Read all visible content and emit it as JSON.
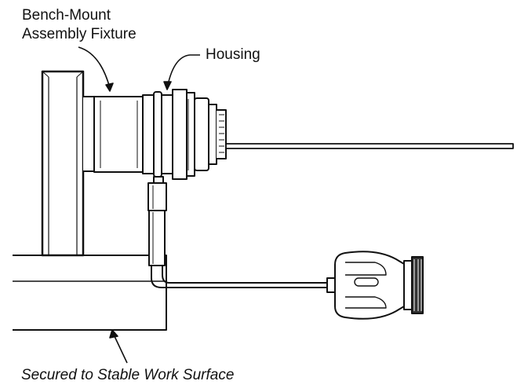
{
  "labels": {
    "fixture_line1": "Bench-Mount",
    "fixture_line2": "Assembly Fixture",
    "housing": "Housing",
    "surface": "Secured to Stable Work Surface"
  },
  "colors": {
    "line": "#111111",
    "fill": "#ffffff",
    "shade": "#d9d9d9",
    "dark": "#333333"
  },
  "icons": {
    "leader": "arrow-leader-icon"
  }
}
